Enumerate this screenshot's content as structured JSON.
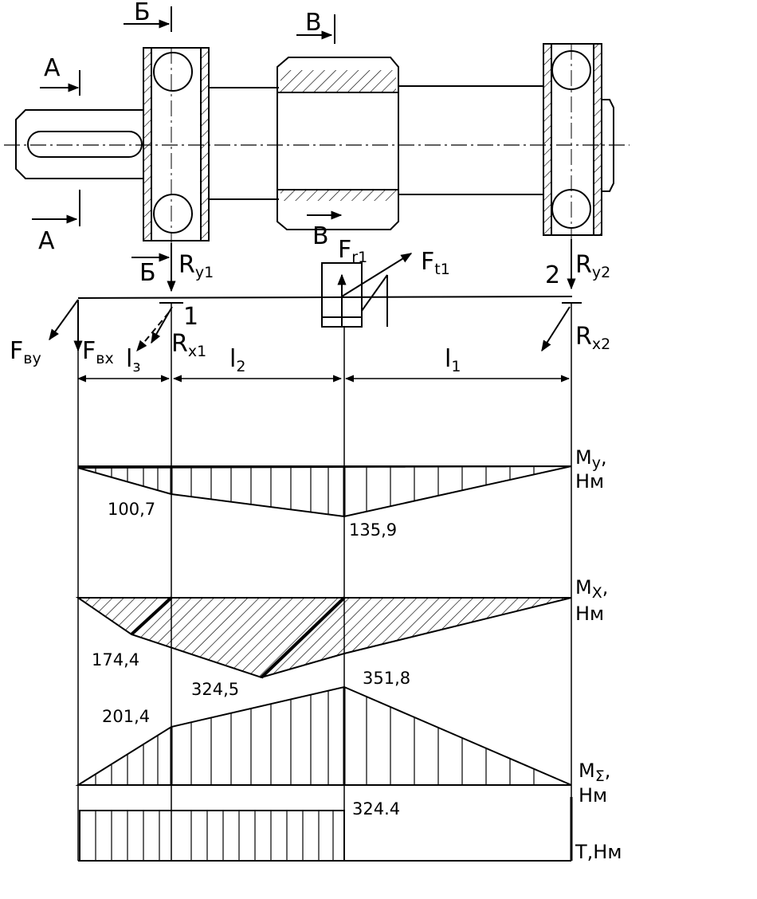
{
  "sections": {
    "a_top": "А",
    "a_bottom": "А",
    "b_top": "Б",
    "b_bottom": "Б",
    "v_top": "В",
    "v_bottom": "В"
  },
  "forces": {
    "fby": {
      "main": "F",
      "sub": "ву"
    },
    "fbx": {
      "main": "F",
      "sub": "вх"
    },
    "ry1": {
      "main": "R",
      "sub": "y1"
    },
    "rx1": {
      "main": "R",
      "sub": "x1"
    },
    "ry2": {
      "main": "R",
      "sub": "y2"
    },
    "rx2": {
      "main": "R",
      "sub": "x2"
    },
    "fr1": {
      "main": "F",
      "sub": "r1"
    },
    "ft1": {
      "main": "F",
      "sub": "t1"
    }
  },
  "supports": {
    "s1": "1",
    "s2": "2"
  },
  "lengths": {
    "l3": {
      "main": "l",
      "sub": "з"
    },
    "l2": {
      "main": "l",
      "sub": "2"
    },
    "l1": {
      "main": "l",
      "sub": "1"
    }
  },
  "diagrams": {
    "my": {
      "main": "M",
      "sub": "y",
      "tail": ",",
      "unit": "Нм"
    },
    "mx": {
      "main": "M",
      "sub": "X",
      "tail": ",",
      "unit": "Нм"
    },
    "msum": {
      "main": "M",
      "sub": "Σ",
      "tail": ",",
      "unit": "Нм"
    },
    "t": {
      "label": "T,Нм"
    }
  },
  "values": {
    "my_1": "100,7",
    "my_gear": "135,9",
    "mx_a": "174,4",
    "mx_b": "324,5",
    "msum_1": "201,4",
    "msum_gear": "351,8",
    "t": "324.4"
  }
}
